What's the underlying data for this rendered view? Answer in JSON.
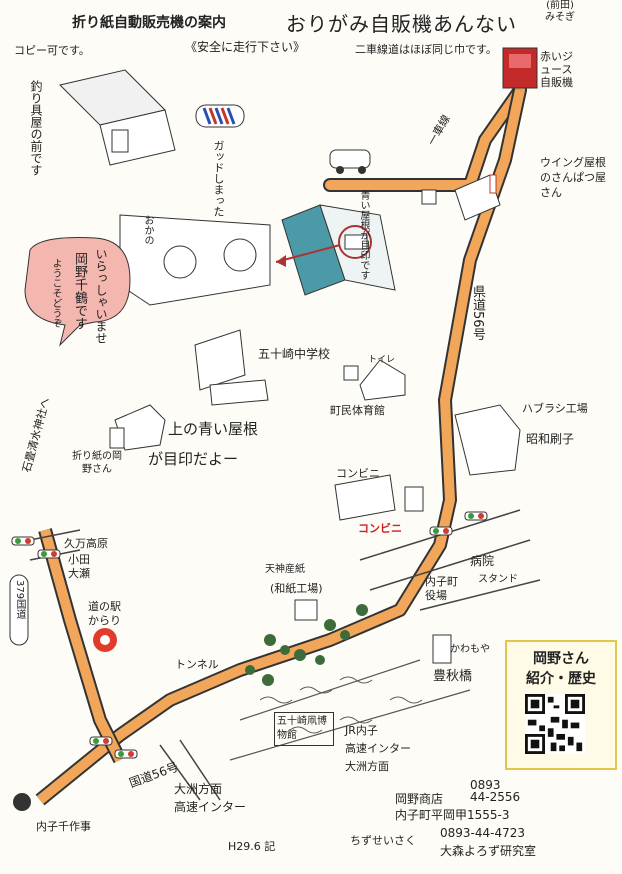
{
  "header": {
    "title_small": "折り紙自動販売機の案内",
    "title_big": "おりがみ自販機あんない",
    "subtitle_safe": "《安全に走行下さい》",
    "subtitle_bike": "二車線道はほぼ同じ巾です。",
    "copy_ok": "コピー可です。",
    "maeda": [
      "(前田)",
      "みそぎ"
    ]
  },
  "labels": {
    "juice": "赤いジュース自販機",
    "fish": "釣り具屋の前です",
    "ichishasen": "一車線",
    "wing": "ウイング屋根のさんぱつ屋さん",
    "aoi": "青い屋根が目印です",
    "okano": "おかの",
    "gudobou": "ガッドしまった",
    "irasshai": "いらっしゃいませ",
    "okano_chizuru": "岡野千鶴です",
    "yokoso": "ようこそどうぞ",
    "prefectural": "県道56号",
    "school": "五十崎中学校",
    "gym": "町民体育館",
    "toilet": "トイレ",
    "toothbrush": "ハブラシ工場",
    "showa": "昭和刷子",
    "blue_roof": "上の青い屋根",
    "landmark": "が目印だよー",
    "origami_okano": "折り紙の岡野さん",
    "conveni": "コンビニ",
    "conveni_red": "コンビニ",
    "shrine": "石畳清水神社へ",
    "kuboura": "久万高原",
    "oda_ose": "小田大瀬",
    "route379": "379国道",
    "roadside": "道の駅からり",
    "tamaki": "天神産紙",
    "washi": "(和紙工場)",
    "tunnel": "トンネル",
    "uchiko_yakuba": "内子町役場",
    "hospital": "病院",
    "stand": "スタンド",
    "kawamoya": "かわもや",
    "toyoaki": "豊秋橋",
    "fuusen": "五十崎凧博物館",
    "jr": "JR内子",
    "highway": "高速インター",
    "ozu": "大洲方面",
    "route56": "国道56号",
    "ozu_dir": "大洲方面",
    "highway_inter": "高速インター",
    "uchiko_work": "内子千作事",
    "h29": "H29.6 記",
    "chizu": "ちずせいさく"
  },
  "badge": {
    "line1": "岡野さん",
    "line2": "紹介・歴史"
  },
  "footer": {
    "area_code": "0893",
    "shop": "岡野商店",
    "phone": "44-2556",
    "address": "内子町平岡甲1555-3",
    "lab_phone": "0893-44-4723",
    "lab": "大森よろず研究室"
  },
  "colors": {
    "road": "#f2a65a",
    "road_edge": "#333333",
    "bubble": "#f4b7b0",
    "building_blue": "#4c9aa8",
    "badge_border": "#e1c84b",
    "signal_red": "#d23c2c",
    "signal_green": "#3a9a3a",
    "juice_red": "#c42a2a",
    "conveni_red": "#d02020"
  }
}
